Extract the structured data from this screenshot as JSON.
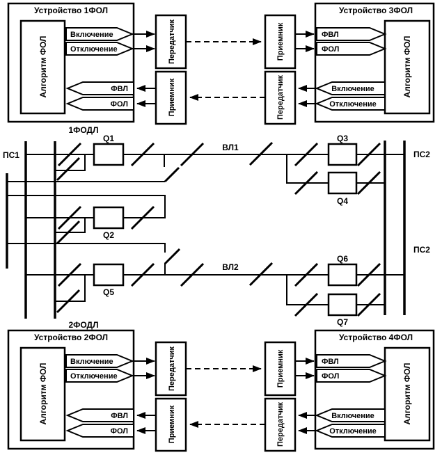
{
  "devices": [
    {
      "title": "Устройство 1ФОЛ",
      "algorithm": "Алгоритм ФОЛ",
      "top_unit": "Передатчик",
      "bottom_unit": "Приемник",
      "top_tags": [
        "Включение",
        "Отключение"
      ],
      "bottom_tags": [
        "ФВЛ",
        "ФОЛ"
      ]
    },
    {
      "title": "Устройство 3ФОЛ",
      "algorithm": "Алгоритм ФОЛ",
      "top_unit": "Приемник",
      "bottom_unit": "Передатчик",
      "top_tags": [
        "ФВЛ",
        "ФОЛ"
      ],
      "bottom_tags": [
        "Включение",
        "Отключение"
      ]
    },
    {
      "title": "Устройство 2ФОЛ",
      "algorithm": "Алгоритм ФОЛ",
      "top_unit": "Передатчик",
      "bottom_unit": "Приемник",
      "top_tags": [
        "Включение",
        "Отключение"
      ],
      "bottom_tags": [
        "ФВЛ",
        "ФОЛ"
      ]
    },
    {
      "title": "Устройство 4ФОЛ",
      "algorithm": "Алгоритм ФОЛ",
      "top_unit": "Приемник",
      "bottom_unit": "Передатчик",
      "top_tags": [
        "ФВЛ",
        "ФОЛ"
      ],
      "bottom_tags": [
        "Включение",
        "Отключение"
      ]
    }
  ],
  "channels": [
    "1ФОДЛ",
    "2ФОДЛ"
  ],
  "substations": {
    "left": "ПС1",
    "right_top": "ПС2",
    "right_bottom": "ПС2"
  },
  "power_lines": [
    "ВЛ1",
    "ВЛ2"
  ],
  "breakers": [
    "Q1",
    "Q2",
    "Q3",
    "Q4",
    "Q5",
    "Q6",
    "Q7"
  ],
  "colors": {
    "line": "#000000",
    "background": "#ffffff"
  }
}
